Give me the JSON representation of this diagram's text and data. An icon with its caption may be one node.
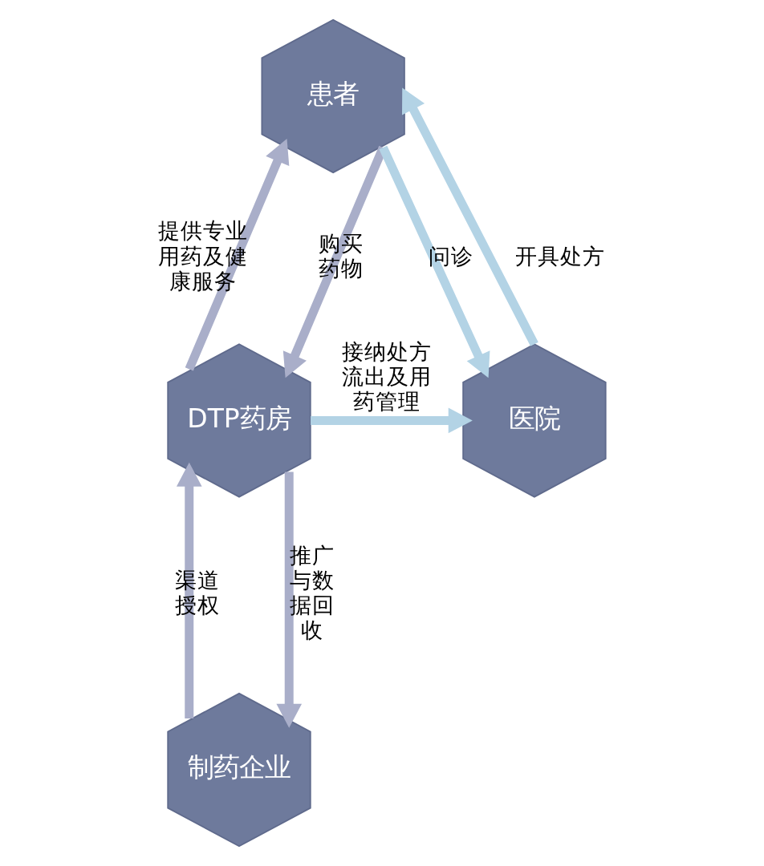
{
  "diagram": {
    "nodes": [
      {
        "text": [
          "患者"
        ]
      },
      {
        "text": [
          "DTP药房"
        ]
      },
      {
        "text": [
          "医院"
        ]
      },
      {
        "text": [
          "制药企业"
        ]
      }
    ],
    "edges": [
      {
        "from": 1,
        "to": 0,
        "arrow": "to",
        "label": "提供专业用药及健康服务"
      },
      {
        "from": 0,
        "to": 1,
        "arrow": "to",
        "label": "购买药物"
      },
      {
        "from": 2,
        "to": 0,
        "arrow": "to",
        "label": "开具处方",
        "color": "#b3d3e5"
      },
      {
        "from": 0,
        "to": 2,
        "arrow": "to",
        "label": "问诊",
        "color": "#b3d3e5"
      },
      {
        "from": 1,
        "to": 2,
        "arrow": "to",
        "label": "接纳处方流出及用药管理",
        "color": "#b3d3e5"
      },
      {
        "from": 3,
        "to": 1,
        "arrow": "to",
        "label": "渠道授权"
      },
      {
        "from": 1,
        "to": 3,
        "arrow": "to",
        "label": "推广与数据回收"
      }
    ]
  }
}
